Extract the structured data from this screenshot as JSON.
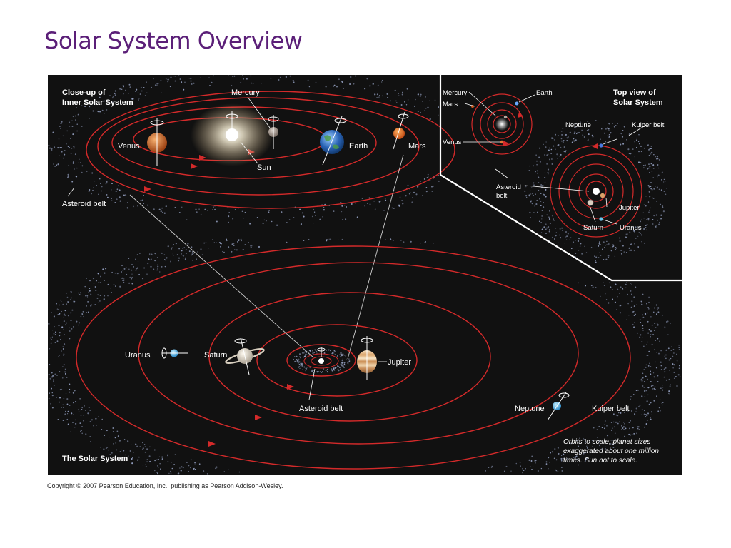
{
  "slide": {
    "title": "Solar System Overview"
  },
  "figure": {
    "inner_panel": {
      "heading_line1": "Close-up of",
      "heading_line2": "Inner Solar System",
      "labels": {
        "mercury": "Mercury",
        "venus": "Venus",
        "earth": "Earth",
        "mars": "Mars",
        "sun": "Sun",
        "asteroid_belt": "Asteroid belt"
      }
    },
    "top_view_panel": {
      "heading_line1": "Top view of",
      "heading_line2": "Solar System",
      "labels": {
        "mercury": "Mercury",
        "mars": "Mars",
        "earth": "Earth",
        "venus": "Venus",
        "asteroid_line1": "Asteroid",
        "asteroid_line2": "belt",
        "neptune": "Neptune",
        "kuiper_belt": "Kuiper belt",
        "jupiter": "Jupiter",
        "saturn": "Saturn",
        "uranus": "Uranus"
      }
    },
    "main_panel": {
      "heading": "The Solar System",
      "labels": {
        "uranus": "Uranus",
        "saturn": "Saturn",
        "jupiter": "Jupiter",
        "asteroid_belt": "Asteroid belt",
        "neptune": "Neptune",
        "kuiper_belt": "Kuiper belt"
      },
      "note_line1": "Orbits to scale; planet sizes",
      "note_line2": "exaggerated about one million",
      "note_line3": "times. Sun not to scale."
    },
    "colors": {
      "background": "#111111",
      "orbit": "#d42a2a",
      "belt_dots": "#9aa6c8",
      "title": "#5b1f78"
    }
  },
  "footer": {
    "copyright": "Copyright © 2007 Pearson Education, Inc., publishing as Pearson Addison-Wesley."
  }
}
